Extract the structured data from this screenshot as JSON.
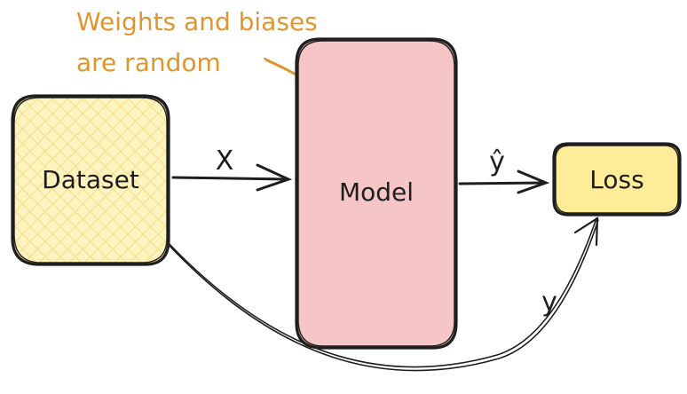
{
  "annotation": {
    "line1": "Weights and biases",
    "line2": "are random",
    "color": "#e0962f"
  },
  "nodes": {
    "dataset": {
      "label": "Dataset",
      "fill": "#fff3bf",
      "hatch": "#f2df8a"
    },
    "model": {
      "label": "Model",
      "fill": "#f6c5c5"
    },
    "loss": {
      "label": "Loss",
      "fill": "#ffec99"
    }
  },
  "edges": {
    "x_label": "X",
    "yhat_label": "ŷ",
    "y_label": "y"
  },
  "stroke_color": "#1e1e1e"
}
